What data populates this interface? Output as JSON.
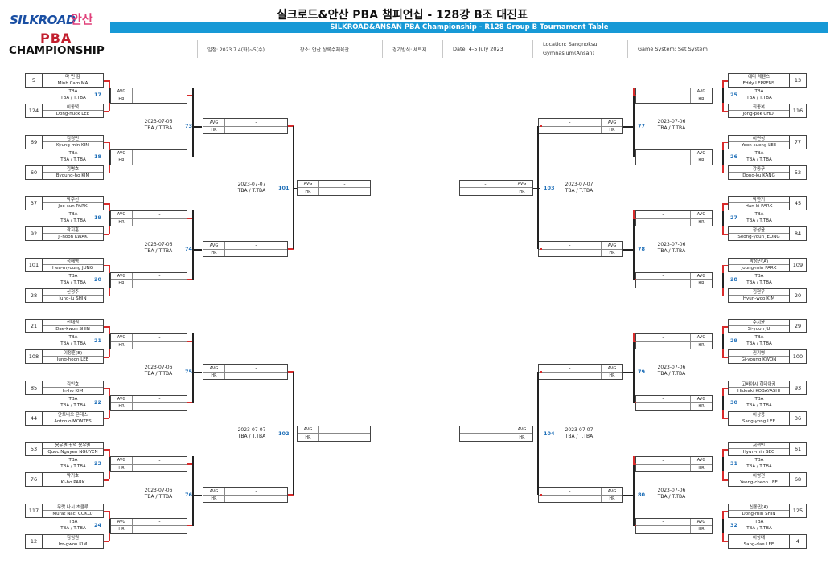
{
  "header": {
    "logo_silkroad": "SILKROAD",
    "logo_ansan": "안산",
    "logo_pba": "PBA",
    "logo_championship": "CHAMPIONSHIP",
    "title_kr": "실크로드&안산 PBA 챔피언십 - 128강 B조 대진표",
    "title_en": "SILKROAD&ANSAN PBA Championship - R128 Group B Tournament Table",
    "date_kr": "일정: 2023.7.4(화)~5(수)",
    "venue_kr": "장소: 안산 상록수체육관",
    "system_kr": "경기방식: 세트제",
    "date_en": "Date: 4-5 July 2023",
    "location_en_1": "Location: Sangnoksu",
    "location_en_2": "Gymnasium(Ansan)",
    "system_en": "Game System: Set System"
  },
  "labels": {
    "tba": "TBA",
    "tba_pair": "TBA / T.TBA",
    "avg": "AVG",
    "hr": "HR",
    "dash": "-",
    "tba_ttba": "TBA / T.TBA"
  },
  "left_matches": [
    {
      "no": "17",
      "p1": {
        "seed": "5",
        "kr": "마 민 캄",
        "en": "Minh Cam MA"
      },
      "p2": {
        "seed": "124",
        "kr": "이동녁",
        "en": "Dong-nuck LEE"
      }
    },
    {
      "no": "18",
      "p1": {
        "seed": "69",
        "kr": "김경민",
        "en": "Kyung-min KIM"
      },
      "p2": {
        "seed": "60",
        "kr": "김병호",
        "en": "Byoung-ho KIM"
      }
    },
    {
      "no": "19",
      "p1": {
        "seed": "37",
        "kr": "박주선",
        "en": "Joo-sun PARK"
      },
      "p2": {
        "seed": "92",
        "kr": "곽지훈",
        "en": "Ji-hoon KWAK"
      }
    },
    {
      "no": "20",
      "p1": {
        "seed": "101",
        "kr": "정해명",
        "en": "Hea-myoung JUNG"
      },
      "p2": {
        "seed": "28",
        "kr": "신정주",
        "en": "Jung-ju SHIN"
      }
    },
    {
      "no": "21",
      "p1": {
        "seed": "21",
        "kr": "신대권",
        "en": "Dae-kwon SHIN"
      },
      "p2": {
        "seed": "108",
        "kr": "이정훈(B)",
        "en": "Jung-hoon LEE"
      }
    },
    {
      "no": "22",
      "p1": {
        "seed": "85",
        "kr": "김인호",
        "en": "In-ho KIM"
      },
      "p2": {
        "seed": "44",
        "kr": "안토니오 몬테스",
        "en": "Antonio MONTES"
      }
    },
    {
      "no": "23",
      "p1": {
        "seed": "53",
        "kr": "응우옌 꾸억 응우옌",
        "en": "Quoc Nguyen NGUYEN"
      },
      "p2": {
        "seed": "76",
        "kr": "박기호",
        "en": "Ki-ho PARK"
      }
    },
    {
      "no": "24",
      "p1": {
        "seed": "117",
        "kr": "무랏 나시 초클루",
        "en": "Murat Naci COKLU"
      },
      "p2": {
        "seed": "12",
        "kr": "김임권",
        "en": "Im-gwon KIM"
      }
    }
  ],
  "right_matches": [
    {
      "no": "25",
      "p1": {
        "seed": "13",
        "kr": "에디 레펜스",
        "en": "Eddy LEPPENS"
      },
      "p2": {
        "seed": "116",
        "kr": "최종복",
        "en": "Jong-pok CHOI"
      }
    },
    {
      "no": "26",
      "p1": {
        "seed": "77",
        "kr": "이연성",
        "en": "Yeon-sueng LEE"
      },
      "p2": {
        "seed": "52",
        "kr": "강동구",
        "en": "Dong-ku KANG"
      }
    },
    {
      "no": "27",
      "p1": {
        "seed": "45",
        "kr": "박한기",
        "en": "Han-ki PARK"
      },
      "p2": {
        "seed": "84",
        "kr": "정성윤",
        "en": "Seong-youn JEONG"
      }
    },
    {
      "no": "28",
      "p1": {
        "seed": "109",
        "kr": "박정민(A)",
        "en": "Joung-min PARK"
      },
      "p2": {
        "seed": "20",
        "kr": "김현우",
        "en": "Hyun-woo KIM"
      }
    },
    {
      "no": "29",
      "p1": {
        "seed": "29",
        "kr": "주시윤",
        "en": "Si-yoon JU"
      },
      "p2": {
        "seed": "100",
        "kr": "권기영",
        "en": "Gi-young KWON"
      }
    },
    {
      "no": "30",
      "p1": {
        "seed": "93",
        "kr": "고바야시 히데아키",
        "en": "Hideaki KOBAYASHI"
      },
      "p2": {
        "seed": "36",
        "kr": "이상용",
        "en": "Sang-yong LEE"
      }
    },
    {
      "no": "31",
      "p1": {
        "seed": "61",
        "kr": "서현민",
        "en": "Hyun-min SEO"
      },
      "p2": {
        "seed": "68",
        "kr": "이영천",
        "en": "Yeong-cheon LEE"
      }
    },
    {
      "no": "32",
      "p1": {
        "seed": "125",
        "kr": "신동민(A)",
        "en": "Dong-min SHIN"
      },
      "p2": {
        "seed": "4",
        "kr": "이상대",
        "en": "Sang-dae LEE"
      }
    }
  ],
  "r64_left": [
    {
      "no": "73",
      "date": "2023-07-06"
    },
    {
      "no": "74",
      "date": "2023-07-06"
    },
    {
      "no": "75",
      "date": "2023-07-06"
    },
    {
      "no": "76",
      "date": "2023-07-06"
    }
  ],
  "r64_right": [
    {
      "no": "77",
      "date": "2023-07-06"
    },
    {
      "no": "78",
      "date": "2023-07-06"
    },
    {
      "no": "79",
      "date": "2023-07-06"
    },
    {
      "no": "80",
      "date": "2023-07-06"
    }
  ],
  "r32_left": [
    {
      "no": "101",
      "date": "2023-07-07"
    },
    {
      "no": "102",
      "date": "2023-07-07"
    }
  ],
  "r32_right": [
    {
      "no": "103",
      "date": "2023-07-07"
    },
    {
      "no": "104",
      "date": "2023-07-07"
    }
  ]
}
